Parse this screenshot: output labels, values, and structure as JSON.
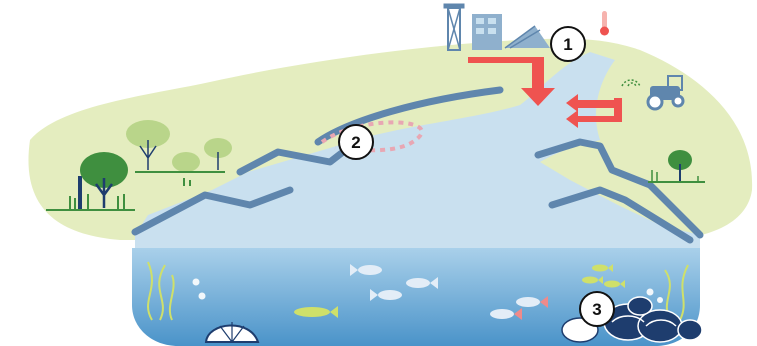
{
  "markers": [
    {
      "label": "1",
      "refers_to": "industrial-discharge"
    },
    {
      "label": "2",
      "refers_to": "channel-erosion"
    },
    {
      "label": "3",
      "refers_to": "shellfish-beds"
    }
  ],
  "colors": {
    "land": "#e4edbf",
    "land_light": "#eef4d4",
    "estuary_water": "#c9e0ef",
    "embankment": "#5f86ad",
    "sea_top": "#a9d0ea",
    "sea_bottom": "#4a93c9",
    "pollution_arrow": "#ef5350",
    "tree_canopy": "#3f8f3f",
    "tree_canopy_light": "#b9d58a",
    "shell_dark": "#1e3d6e",
    "fish_light": "#e3edf7",
    "fish_yellow": "#cfe06a"
  }
}
